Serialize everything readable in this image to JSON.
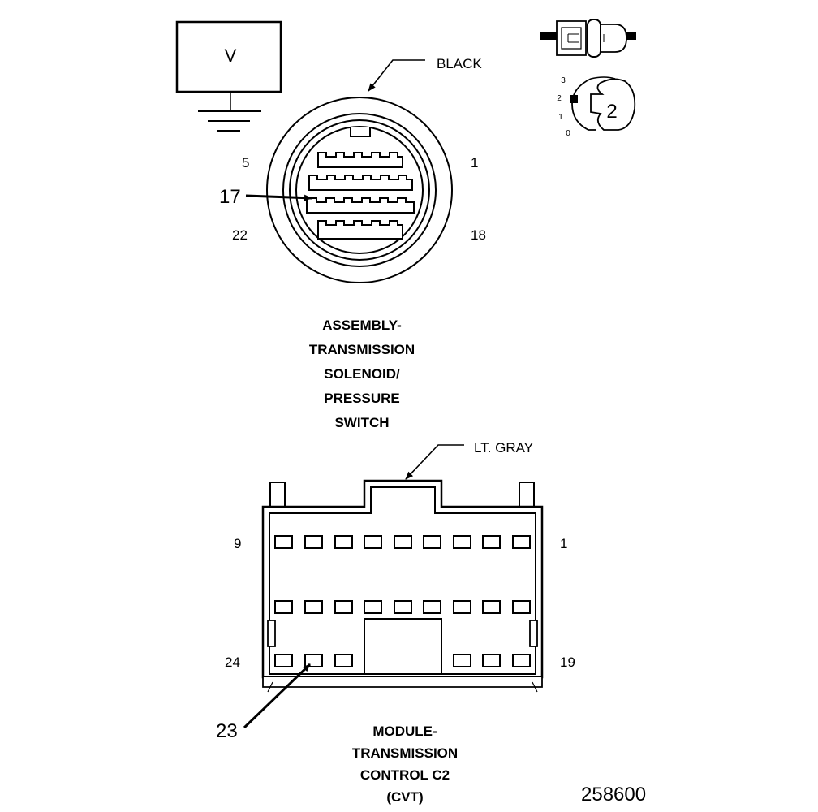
{
  "meter": {
    "symbol": "V"
  },
  "selector": {
    "positions": [
      "3",
      "2",
      "1",
      "0"
    ],
    "setting": "2"
  },
  "connector_top": {
    "color_label": "BLACK",
    "pin_labels": {
      "top_left": "5",
      "top_right": "1",
      "bottom_left": "22",
      "bottom_right": "18"
    },
    "callout_pin": "17",
    "caption_lines": [
      "ASSEMBLY-",
      "TRANSMISSION",
      "SOLENOID/",
      "PRESSURE",
      "SWITCH"
    ]
  },
  "connector_bottom": {
    "color_label": "LT. GRAY",
    "pin_labels": {
      "top_left": "9",
      "top_right": "1",
      "bottom_left": "24",
      "bottom_right": "19"
    },
    "callout_pin": "23",
    "caption_lines": [
      "MODULE-",
      "TRANSMISSION",
      "CONTROL C2",
      "(CVT)"
    ]
  },
  "figure_number": "258600"
}
